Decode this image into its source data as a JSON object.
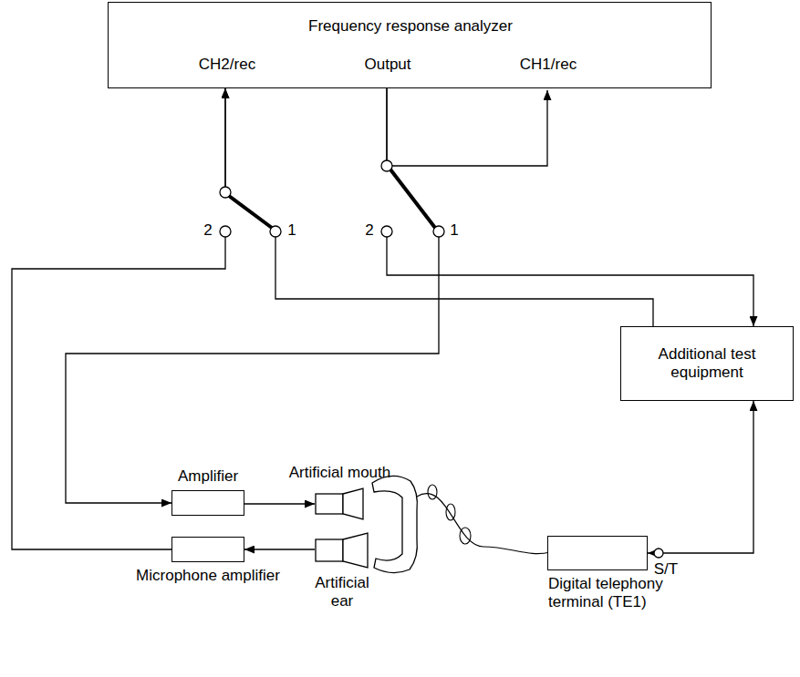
{
  "diagram": {
    "nodes": [
      {
        "text": [
          "Frequency response analyzer",
          "CH2/rec",
          "Output",
          "CH1/rec"
        ]
      },
      {
        "text": [
          "Additional test equipment"
        ]
      },
      {
        "text": [
          "Amplifier"
        ]
      },
      {
        "text": [
          "Artificial mouth"
        ]
      },
      {
        "text": [
          "Microphone amplifier"
        ]
      },
      {
        "text": [
          "Artificial ear"
        ]
      },
      {
        "text": [
          "Digital telephony terminal (TE1)"
        ]
      }
    ],
    "edges": [
      {
        "from": 0,
        "to": 2,
        "arrow": "to"
      },
      {
        "from": 2,
        "to": 3,
        "arrow": "to"
      },
      {
        "from": 5,
        "to": 4,
        "arrow": "to"
      },
      {
        "from": 4,
        "to": 0,
        "arrow": "to"
      },
      {
        "from": 0,
        "to": 1,
        "arrow": "to"
      },
      {
        "from": 1,
        "to": 0,
        "arrow": "to"
      },
      {
        "from": 1,
        "to": 6,
        "arrow": "both"
      }
    ],
    "labels": [
      "2",
      "1",
      "2",
      "1",
      "S/T"
    ]
  }
}
